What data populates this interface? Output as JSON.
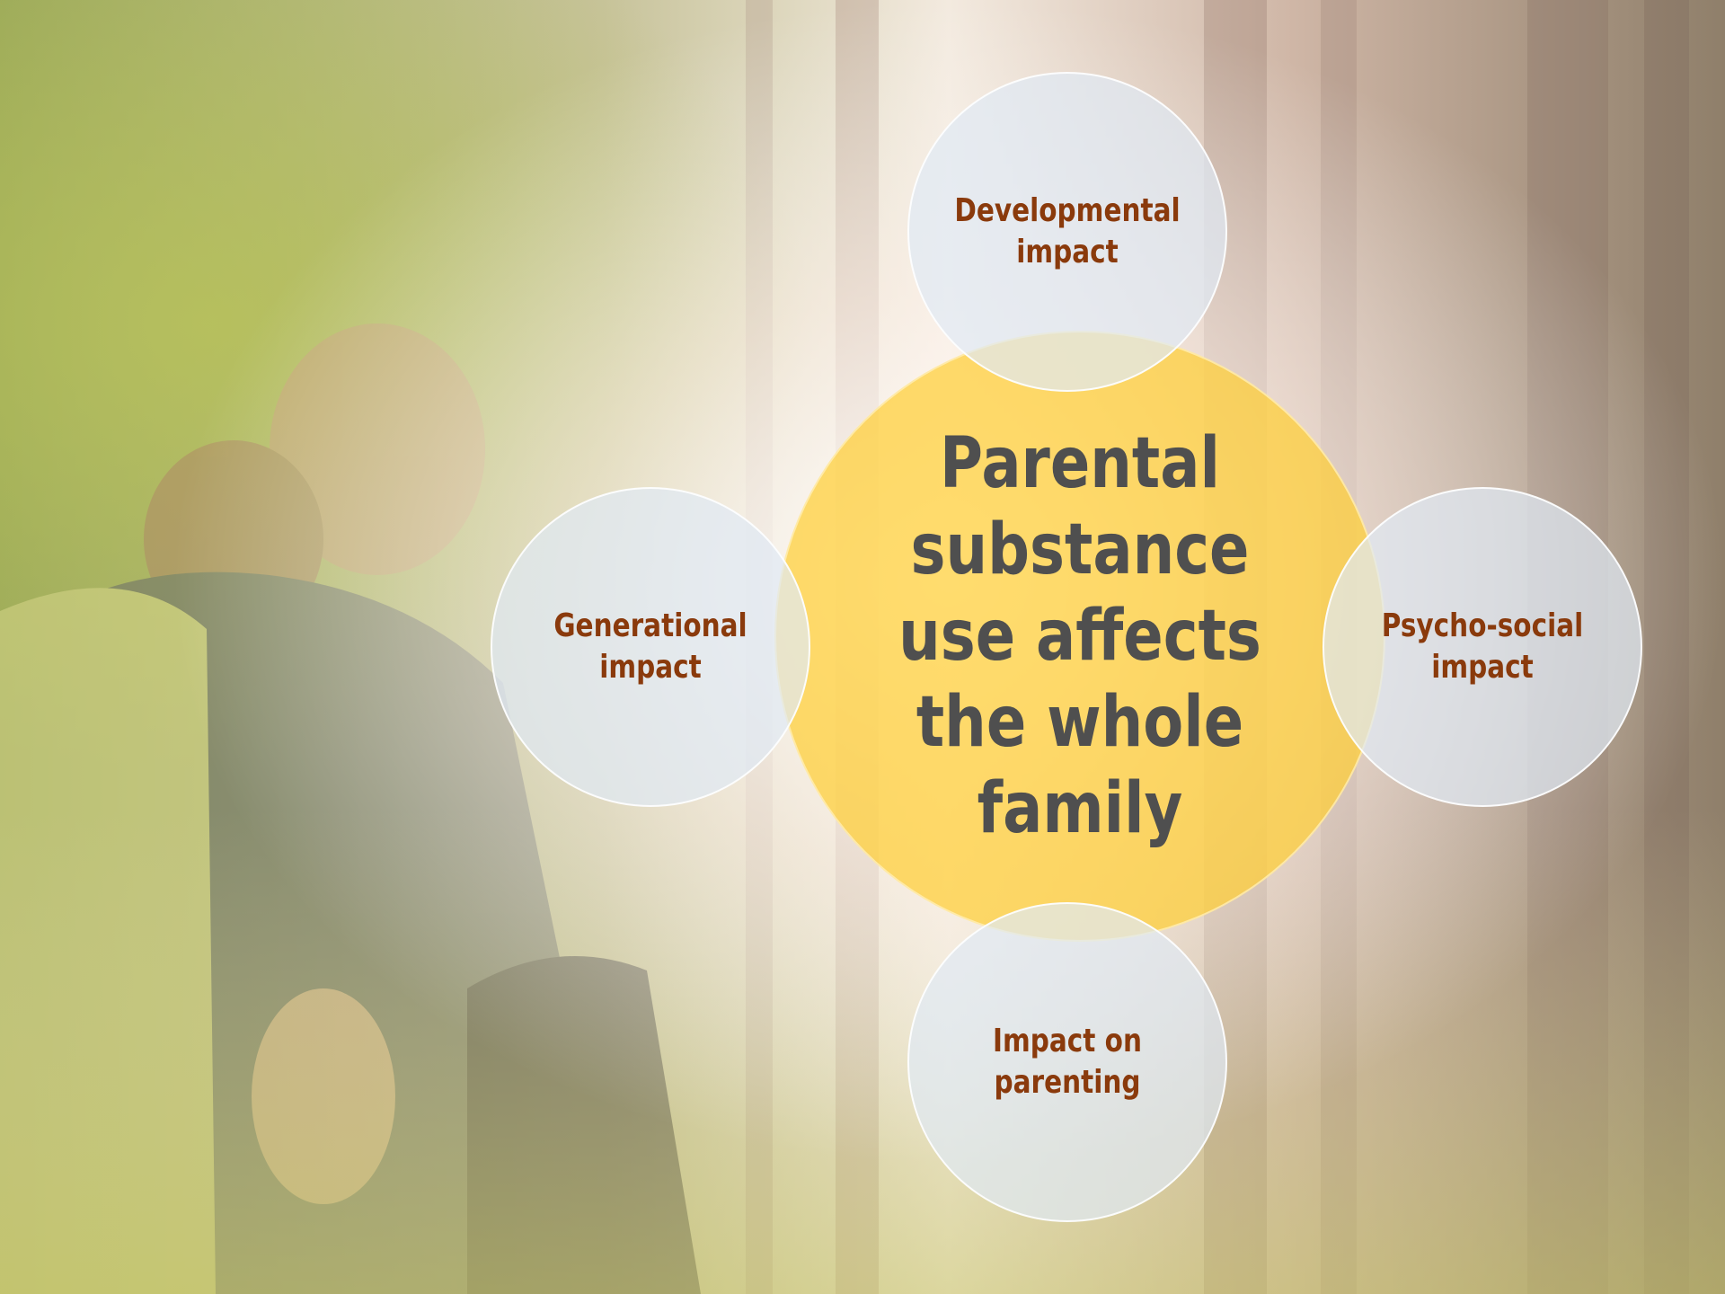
{
  "diagram": {
    "center": {
      "text": "Parental substance use affects the whole family"
    },
    "nodes": {
      "top": "Developmental impact",
      "left": "Generational impact",
      "right": "Psycho-social impact",
      "bottom": "Impact on parenting"
    }
  },
  "colors": {
    "hub_fill": "#ffcf36",
    "node_fill": "#dfeaf5",
    "hub_text": "#4f4f4f",
    "node_text": "#8a3a0c"
  },
  "background": {
    "description_icon": "forest-family-photo"
  }
}
